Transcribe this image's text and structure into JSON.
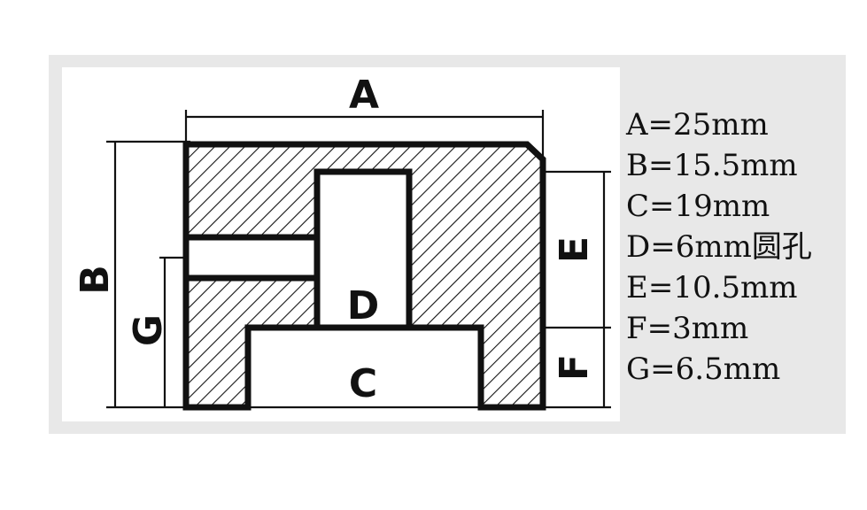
{
  "colors": {
    "panel": "#e8e8e8",
    "drawing_bg": "#ffffff",
    "ink": "#111111"
  },
  "diagram": {
    "dimension_labels": {
      "a": "A",
      "b": "B",
      "c": "C",
      "d": "D",
      "e": "E",
      "f": "F",
      "g": "G"
    },
    "specs": [
      "A=25mm",
      "B=15.5mm",
      "C=19mm",
      "D=6mm圆孔",
      "E=10.5mm",
      "F=3mm",
      "G=6.5mm"
    ]
  }
}
